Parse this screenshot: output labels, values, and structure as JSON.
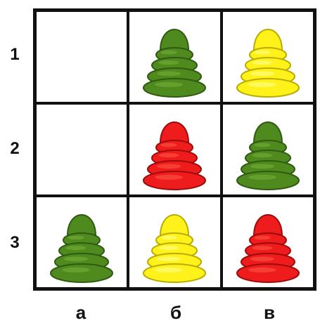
{
  "rows": [
    "1",
    "2",
    "3"
  ],
  "columns": [
    "а",
    "б",
    "в"
  ],
  "colors": {
    "green": {
      "fill": "#4f8a1f",
      "dark": "#2f5a10",
      "light": "#79b23a"
    },
    "red": {
      "fill": "#ee1c1c",
      "dark": "#9d0b0b",
      "light": "#ff5b4b"
    },
    "yellow": {
      "fill": "#fff21a",
      "dark": "#b8ac00",
      "light": "#ffff9a"
    }
  },
  "cells": [
    {
      "row": "1",
      "col": "а",
      "pyramid": null
    },
    {
      "row": "1",
      "col": "б",
      "pyramid": "green"
    },
    {
      "row": "1",
      "col": "в",
      "pyramid": "yellow"
    },
    {
      "row": "2",
      "col": "а",
      "pyramid": null
    },
    {
      "row": "2",
      "col": "б",
      "pyramid": "red"
    },
    {
      "row": "2",
      "col": "в",
      "pyramid": "green"
    },
    {
      "row": "3",
      "col": "а",
      "pyramid": "green"
    },
    {
      "row": "3",
      "col": "б",
      "pyramid": "yellow"
    },
    {
      "row": "3",
      "col": "в",
      "pyramid": "red"
    }
  ]
}
